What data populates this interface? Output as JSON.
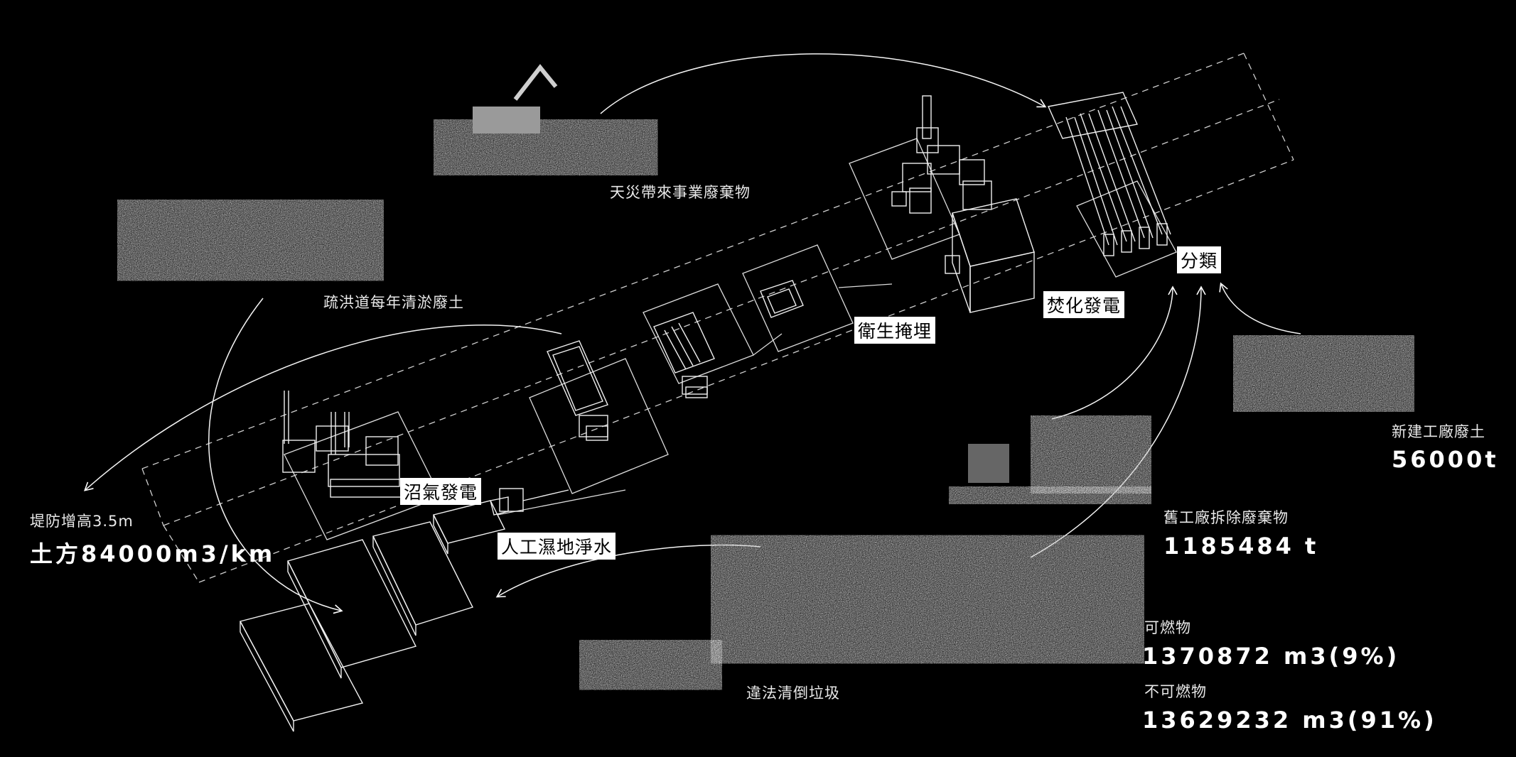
{
  "sources": {
    "disaster_waste": "天災帶來事業廢棄物",
    "floodway_dredge": "疏洪道每年清淤廢土",
    "illegal_dumping": "違法清倒垃圾",
    "old_factory_demolition": "舊工廠拆除廢棄物",
    "new_factory_soil": "新建工廠廢土"
  },
  "quantities": {
    "old_factory_demolition": "1185484 t",
    "new_factory_soil": "56000t",
    "combustible_label": "可燃物",
    "combustible_value": "1370872 m3(9%)",
    "noncombustible_label": "不可燃物",
    "noncombustible_value": "13629232 m3(91%)",
    "levee_label": "堤防增高3.5m",
    "levee_value": "土方84000m3/km"
  },
  "processes": {
    "sorting": "分類",
    "incineration_power": "焚化發電",
    "sanitary_landfill": "衛生掩埋",
    "biogas_power": "沼氣發電",
    "constructed_wetland": "人工濕地淨水"
  }
}
